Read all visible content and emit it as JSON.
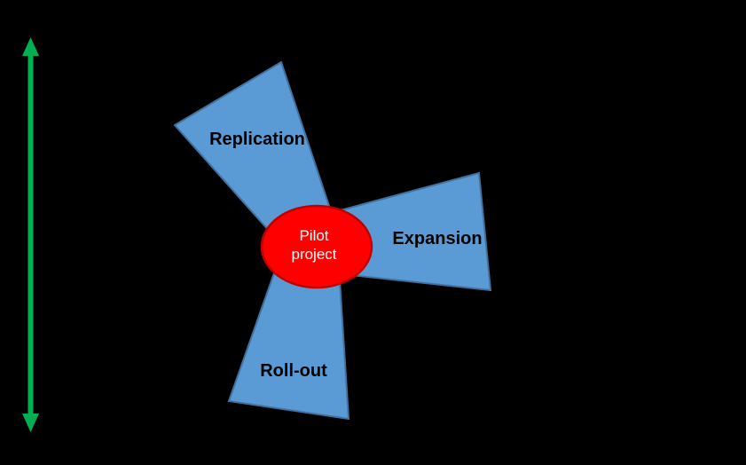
{
  "canvas": {
    "background_color": "#000000"
  },
  "axis_arrow": {
    "description": "vertical double-headed arrow",
    "color": "#00B050"
  },
  "center_node": {
    "label": "Pilot project",
    "lines": [
      "Pilot",
      "project"
    ],
    "fill_color": "#FF0000",
    "border_color": "#C00000",
    "text_color": "#FFFFFF"
  },
  "segments": [
    {
      "label": "Replication"
    },
    {
      "label": "Expansion"
    },
    {
      "label": "Roll-out"
    }
  ],
  "segment_style": {
    "fill_color": "#5B9BD5",
    "border_color": "#41719C",
    "label_color": "#000000"
  }
}
